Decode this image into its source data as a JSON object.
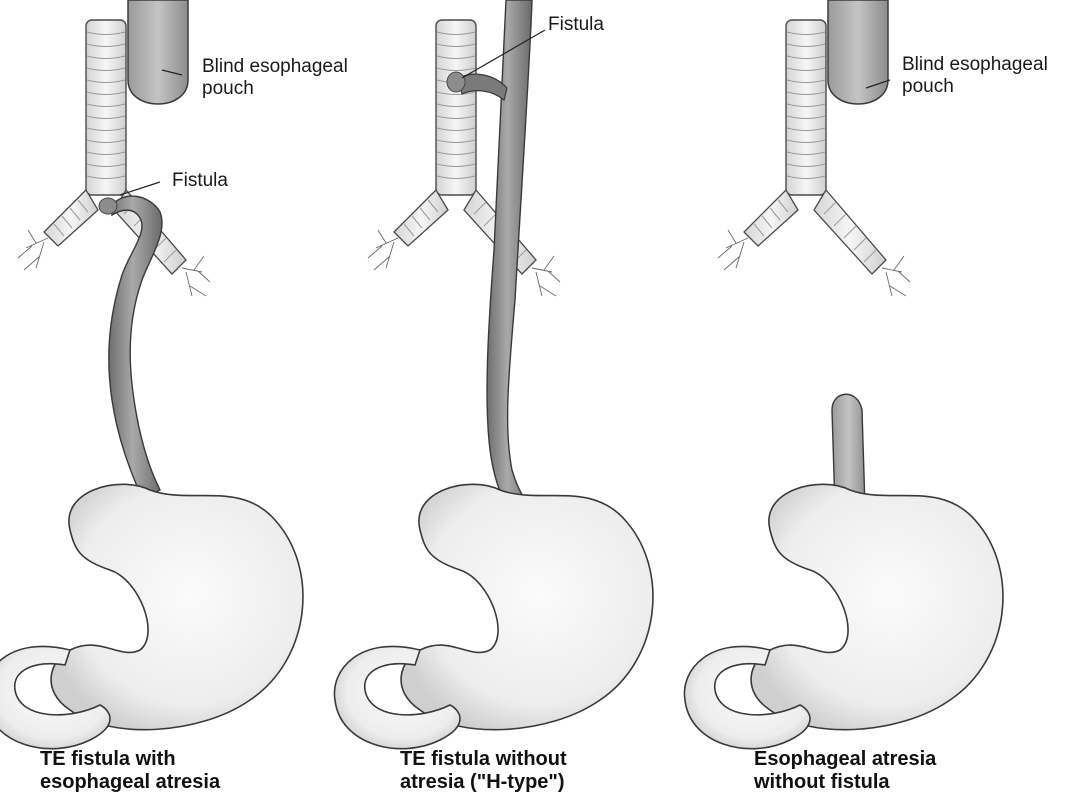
{
  "colors": {
    "outline": "#3a3a3a",
    "trachea_fill": "#ececec",
    "esophagus_dark": "#8a8a8a",
    "stomach_fill": "#f2f2f2",
    "background": "#ffffff"
  },
  "panels": [
    {
      "id": "panel-1",
      "caption_line1": "TE fistula with",
      "caption_line2": "esophageal atresia",
      "labels": {
        "pouch_line1": "Blind esophageal",
        "pouch_line2": "pouch",
        "fistula": "Fistula"
      }
    },
    {
      "id": "panel-2",
      "caption_line1": "TE fistula without",
      "caption_line2": "atresia (\"H-type\")",
      "labels": {
        "fistula": "Fistula"
      }
    },
    {
      "id": "panel-3",
      "caption_line1": "Esophageal atresia",
      "caption_line2": "without fistula",
      "labels": {
        "pouch_line1": "Blind esophageal",
        "pouch_line2": "pouch"
      }
    }
  ]
}
